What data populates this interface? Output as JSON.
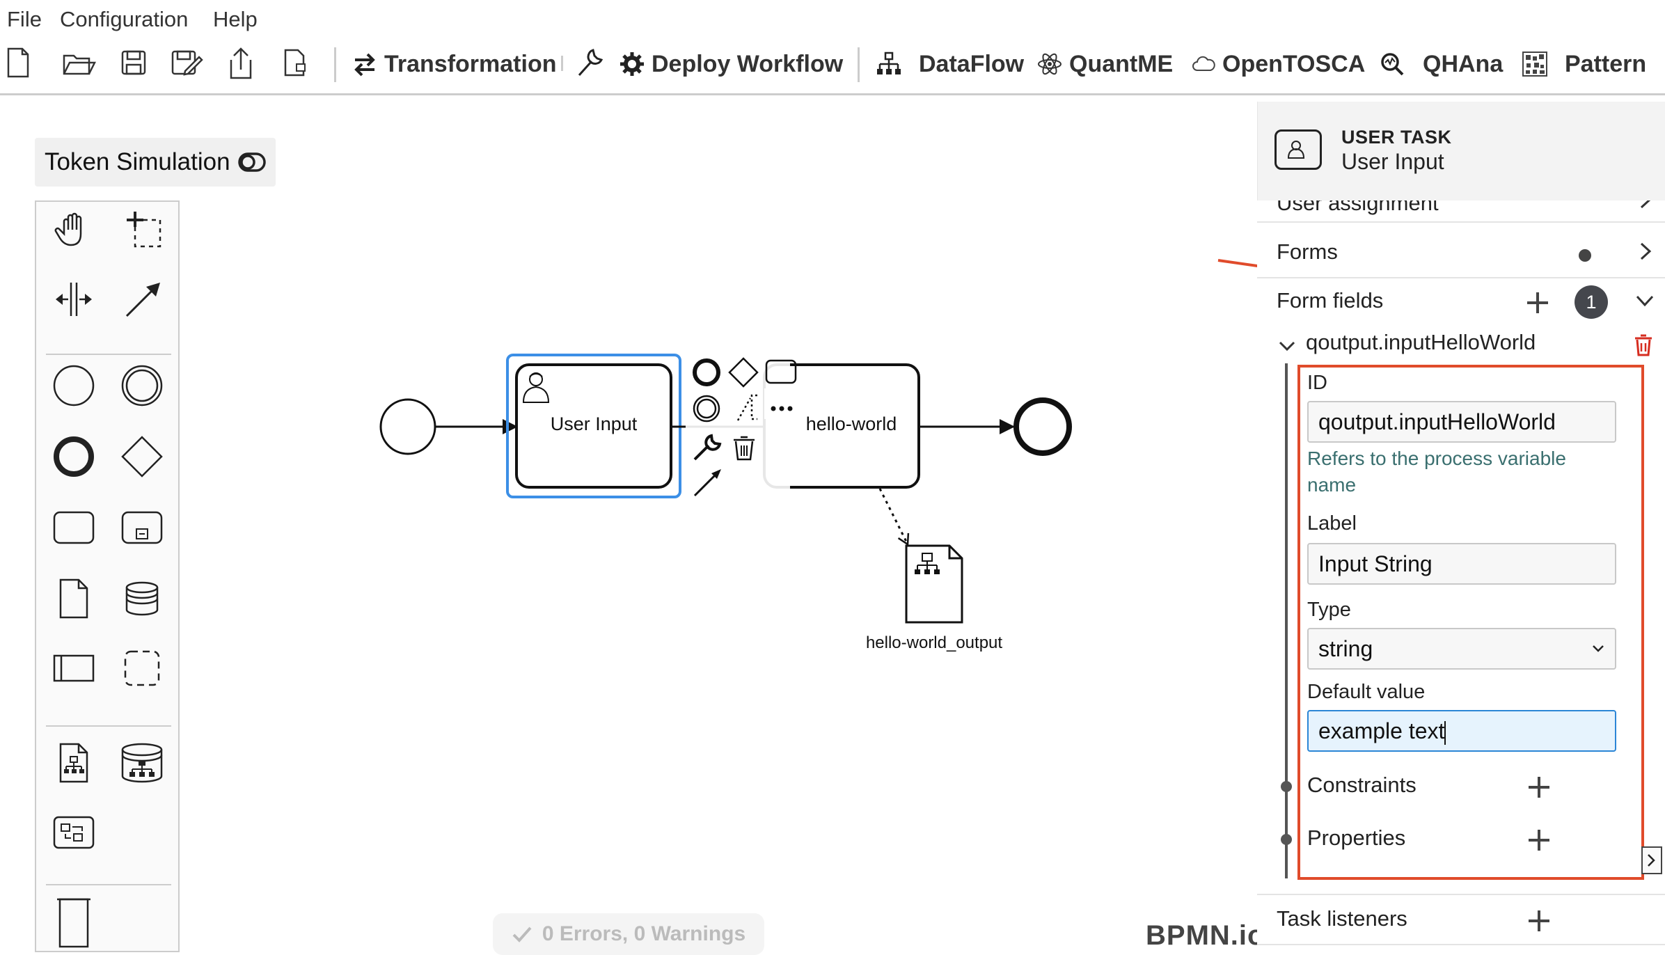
{
  "menu": [
    "File",
    "Configuration",
    "Help"
  ],
  "toolbar": {
    "transformation": "Transformation",
    "deploy_workflow": "Deploy Workflow",
    "dataflow": "DataFlow",
    "quantme": "QuantME",
    "opentosca": "OpenTOSCA",
    "qhana": "QHAna",
    "pattern": "Pattern"
  },
  "token_simulation": "Token Simulation",
  "diagram": {
    "user_task_label": "User Input",
    "hello_world_label": "hello-world",
    "data_object_label": "hello-world_output"
  },
  "status": "0 Errors, 0 Warnings",
  "watermark": "BPMN.io",
  "panel": {
    "element_type": "USER TASK",
    "element_name": "User Input",
    "user_assignment": "User assignment",
    "forms": "Forms",
    "form_fields": "Form fields",
    "form_fields_count": "1",
    "form_field_name": "qoutput.inputHelloWorld",
    "id_label": "ID",
    "id_value": "qoutput.inputHelloWorld",
    "id_description": "Refers to the process variable name",
    "label_label": "Label",
    "label_value": "Input String",
    "type_label": "Type",
    "type_value": "string",
    "default_label": "Default value",
    "default_value": "example text",
    "constraints": "Constraints",
    "properties": "Properties",
    "task_listeners": "Task listeners"
  },
  "colors": {
    "selection": "#3c8fe6",
    "annotation": "#e04b2b",
    "delete_icon": "#d62d20",
    "focused_input": "#e6f3fd"
  }
}
